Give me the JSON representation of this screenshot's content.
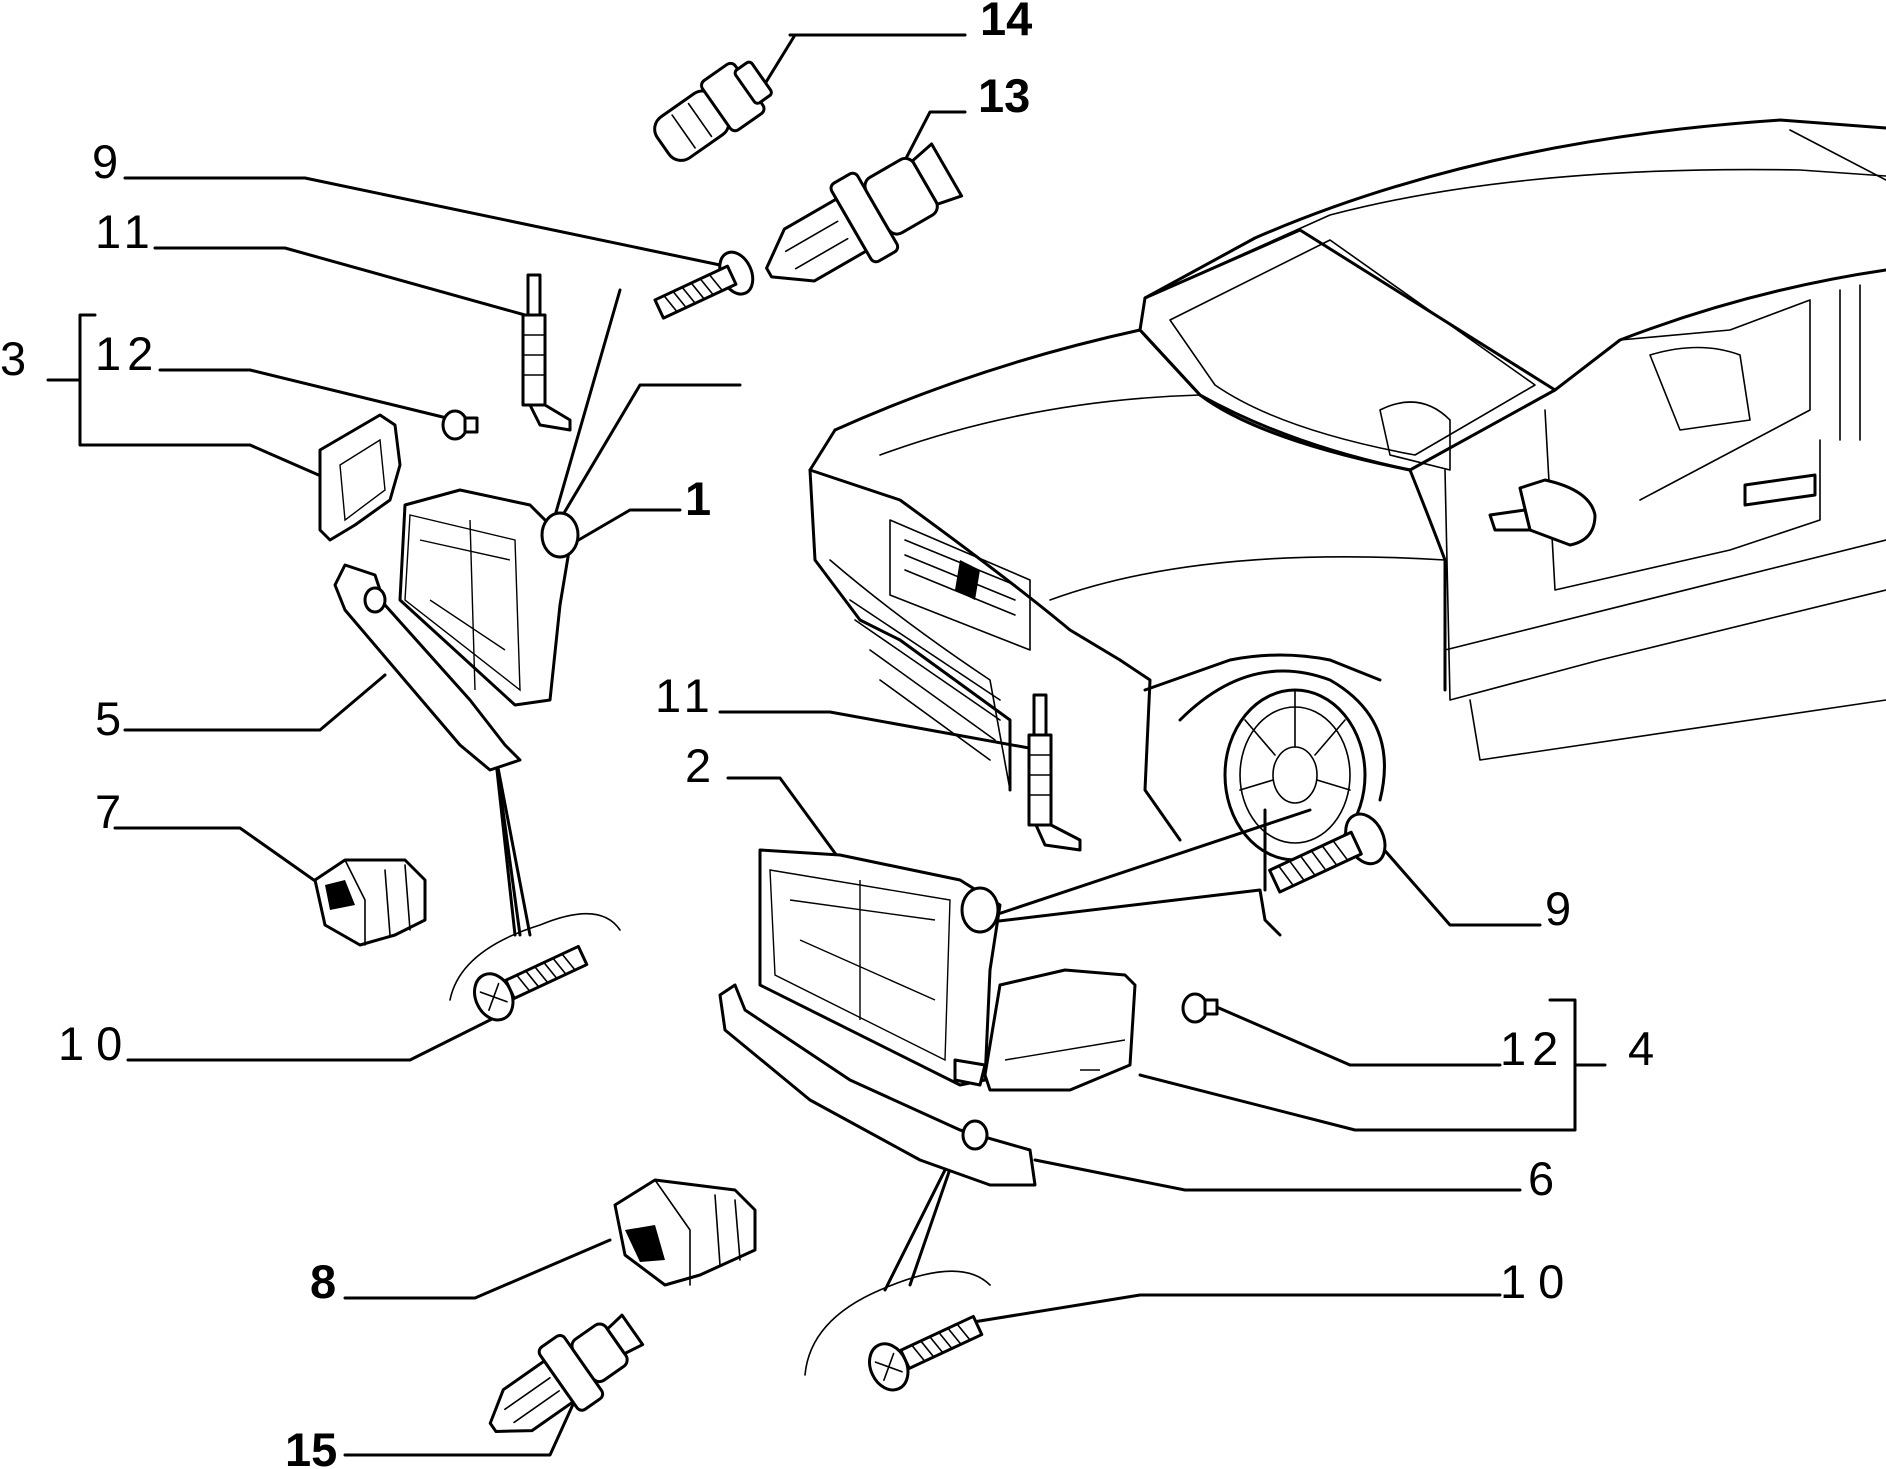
{
  "labels": {
    "l1": "1",
    "l2": "2",
    "l3": "3",
    "l4": "4",
    "l5": "5",
    "l6": "6",
    "l7": "7",
    "l8": "8",
    "l9a": "9",
    "l9b": "9",
    "l10a": "10",
    "l10b": "10",
    "l11a": "11",
    "l11b": "11",
    "l12a": "12",
    "l12b": "12",
    "l13": "13",
    "l14": "14",
    "l15": "15"
  }
}
